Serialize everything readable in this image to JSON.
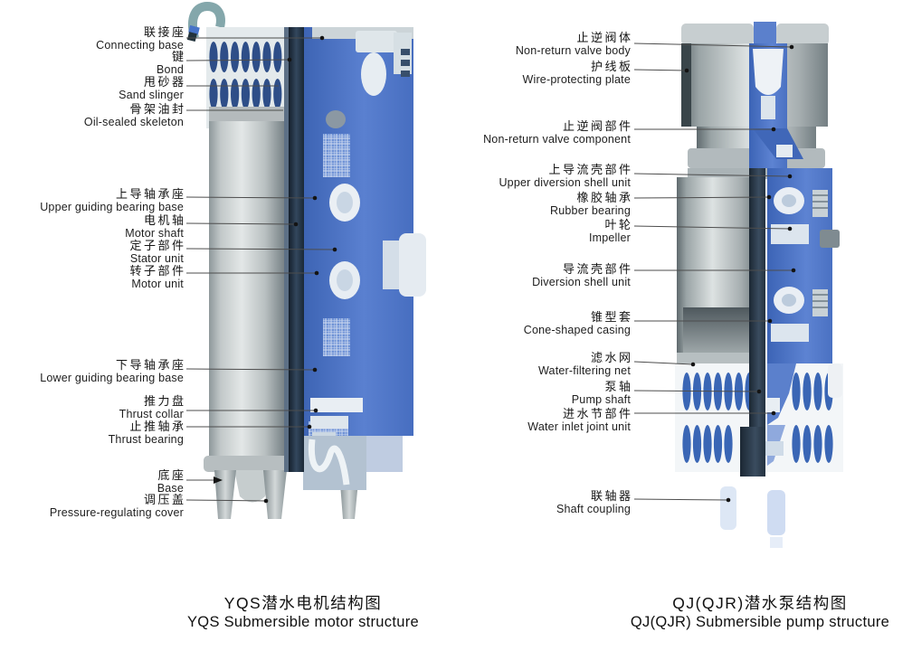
{
  "colors": {
    "section_blue": "#4f77c9",
    "coil_navy": "#2e4e88",
    "metal_gray": "#c6cccd",
    "shaft_dark": "#25313e",
    "leader_line": "#4d4d4d"
  },
  "left_diagram": {
    "caption_zh": "YQS潜水电机结构图",
    "caption_en": "YQS Submersible motor structure",
    "labels": [
      {
        "zh": "联接座",
        "en": "Connecting base"
      },
      {
        "zh": "键",
        "en": "Bond"
      },
      {
        "zh": "甩砂器",
        "en": "Sand slinger"
      },
      {
        "zh": "骨架油封",
        "en": "Oil-sealed skeleton"
      },
      {
        "zh": "上导轴承座",
        "en": "Upper guiding bearing base"
      },
      {
        "zh": "电机轴",
        "en": "Motor shaft"
      },
      {
        "zh": "定子部件",
        "en": "Stator unit"
      },
      {
        "zh": "转子部件",
        "en": "Motor unit"
      },
      {
        "zh": "下导轴承座",
        "en": "Lower guiding bearing base"
      },
      {
        "zh": "推力盘",
        "en": "Thrust collar"
      },
      {
        "zh": "止推轴承",
        "en": "Thrust bearing"
      },
      {
        "zh": "底座",
        "en": "Base"
      },
      {
        "zh": "调压盖",
        "en": "Pressure-regulating cover"
      }
    ]
  },
  "right_diagram": {
    "caption_zh": "QJ(QJR)潜水泵结构图",
    "caption_en": "QJ(QJR) Submersible pump structure",
    "labels": [
      {
        "zh": "止逆阀体",
        "en": "Non-return valve body"
      },
      {
        "zh": "护线板",
        "en": "Wire-protecting plate"
      },
      {
        "zh": "止逆阀部件",
        "en": "Non-return valve component"
      },
      {
        "zh": "上导流壳部件",
        "en": "Upper diversion shell unit"
      },
      {
        "zh": "橡胶轴承",
        "en": "Rubber bearing"
      },
      {
        "zh": "叶轮",
        "en": "Impeller"
      },
      {
        "zh": "导流壳部件",
        "en": "Diversion shell unit"
      },
      {
        "zh": "锥型套",
        "en": "Cone-shaped casing"
      },
      {
        "zh": "滤水网",
        "en": "Water-filtering net"
      },
      {
        "zh": "泵轴",
        "en": "Pump shaft"
      },
      {
        "zh": "进水节部件",
        "en": "Water inlet joint unit"
      },
      {
        "zh": "联轴器",
        "en": "Shaft coupling"
      }
    ]
  }
}
